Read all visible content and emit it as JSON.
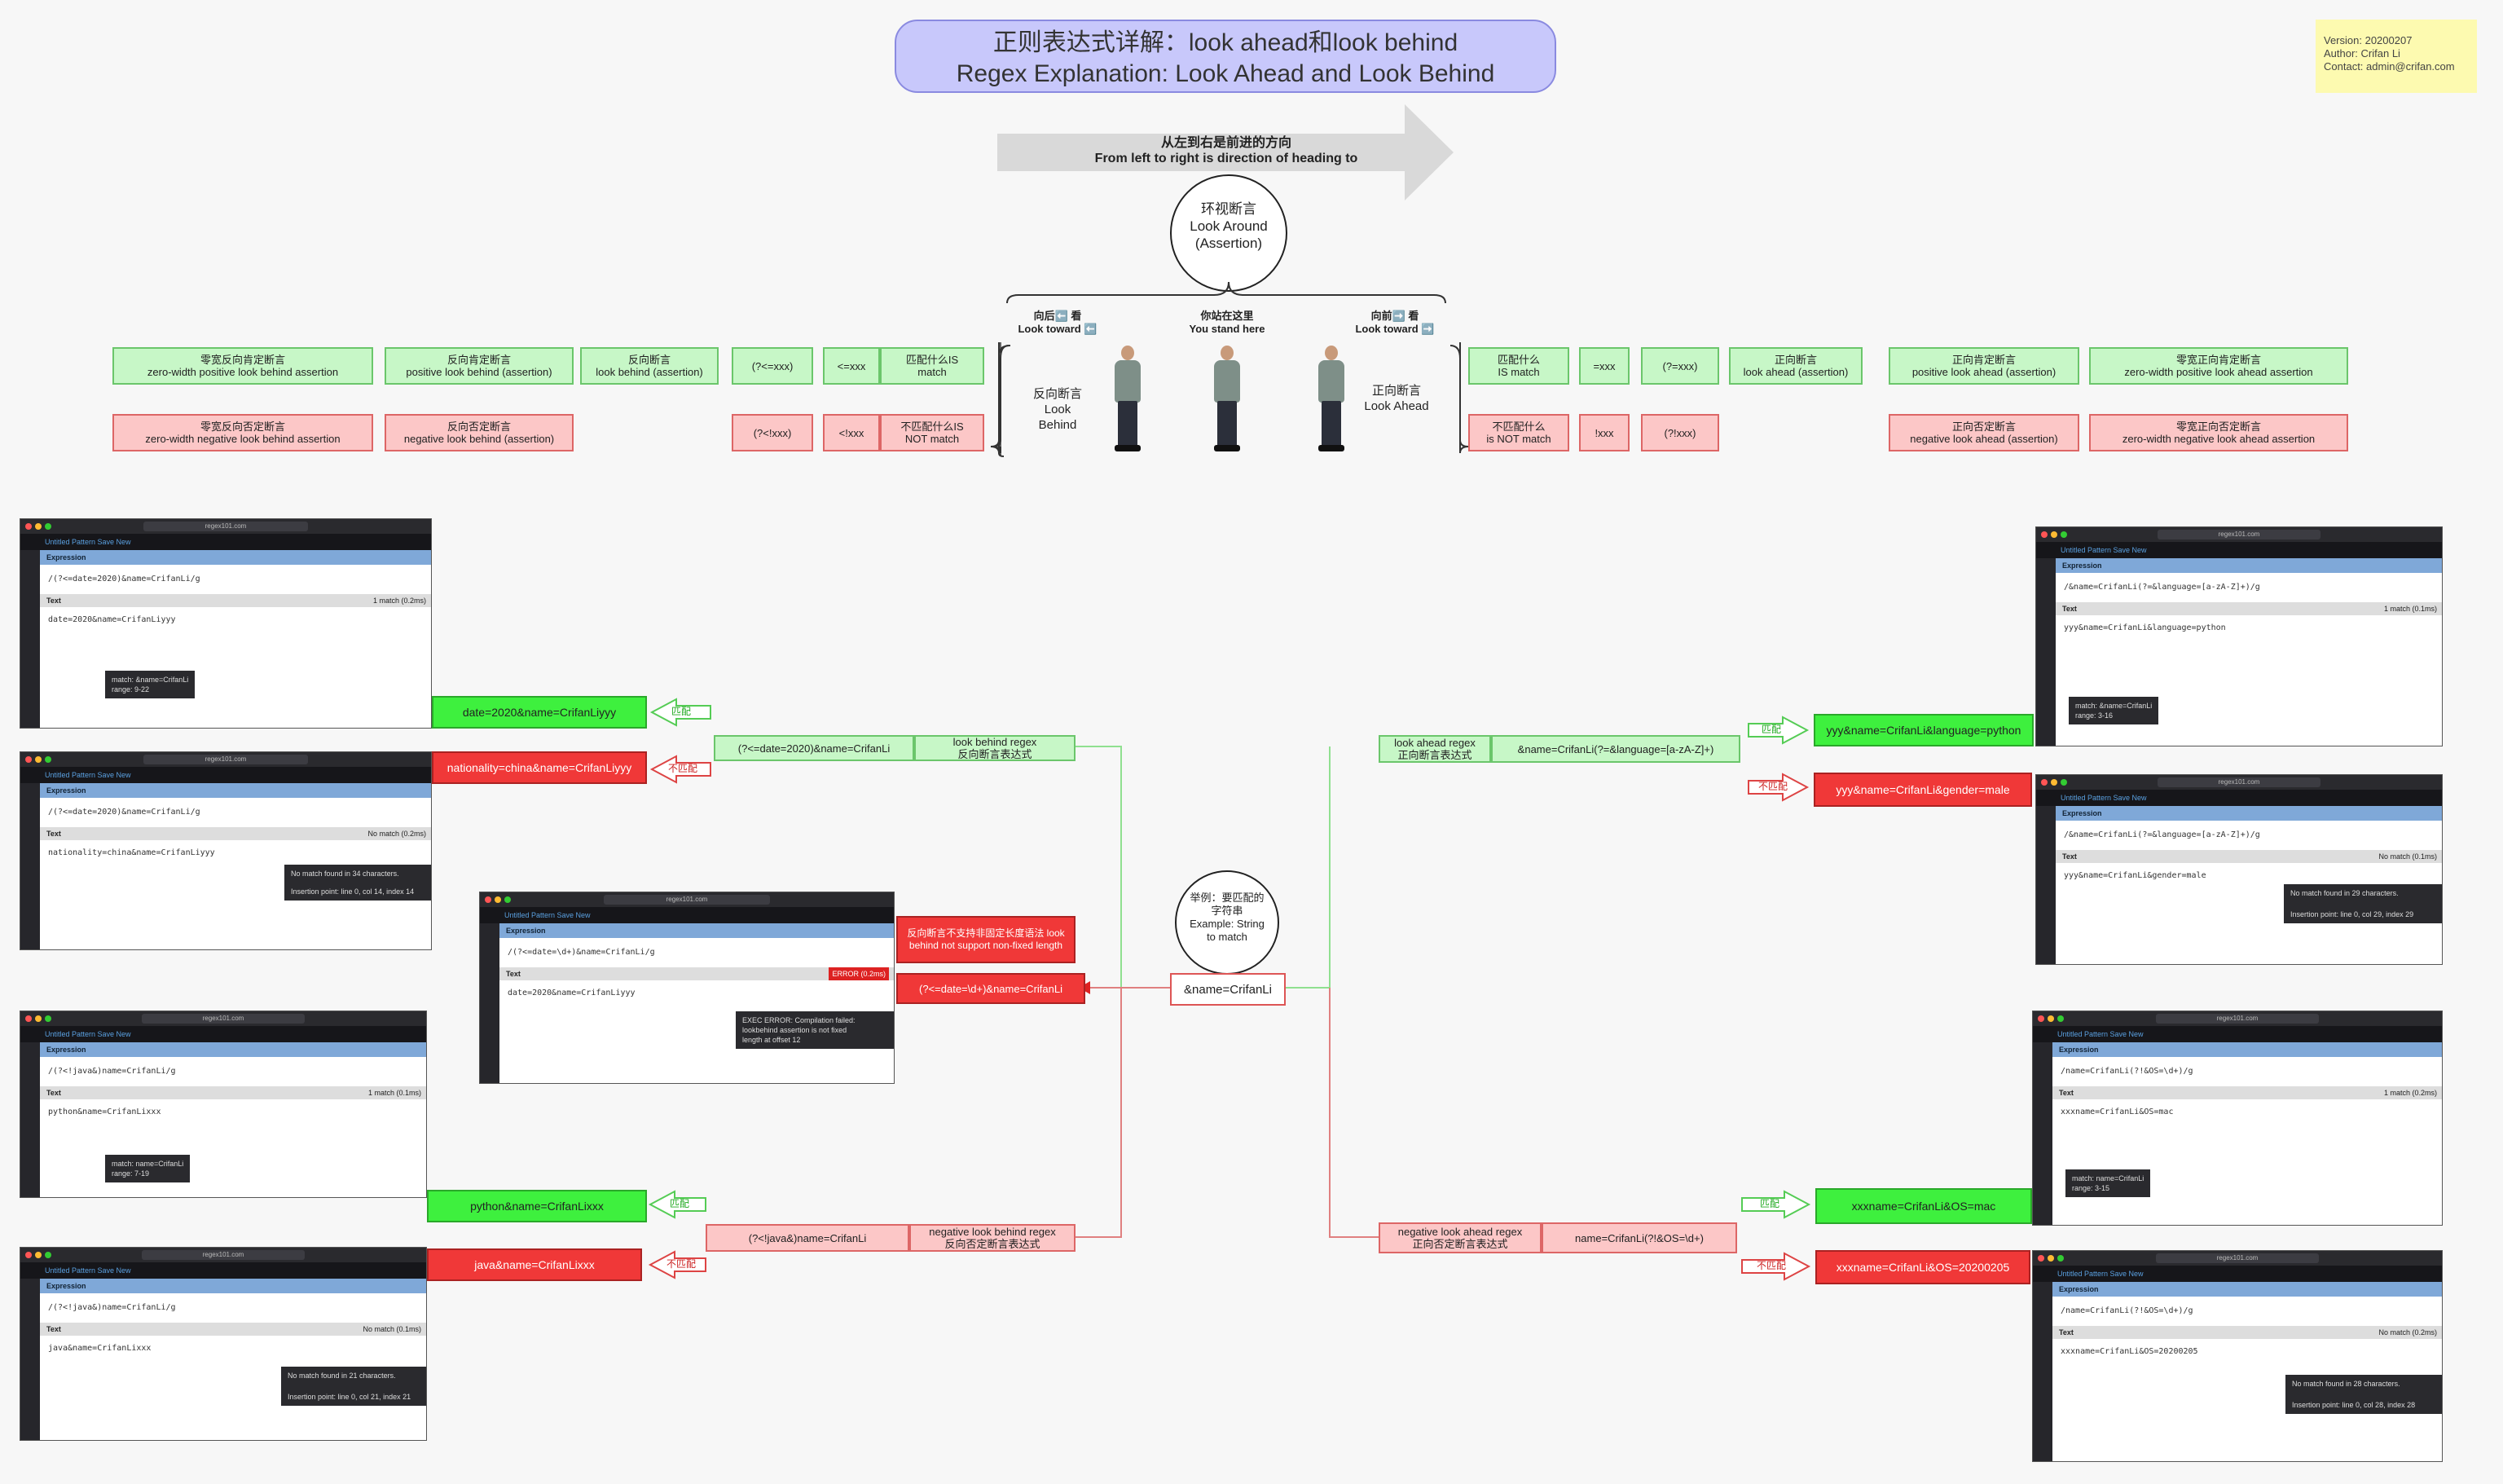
{
  "title": {
    "line1": "正则表达式详解：look ahead和look behind",
    "line2": "Regex Explanation: Look Ahead and Look Behind"
  },
  "version": {
    "version": "Version: 20200207",
    "author": "Author: Crifan Li",
    "contact": "Contact: admin@crifan.com"
  },
  "direction": {
    "zh": "从左到右是前进的方向",
    "en": "From left to right is direction of heading to"
  },
  "lookaround": {
    "zh": "环视断言",
    "en": "Look Around",
    "sub": "(Assertion)"
  },
  "stand": {
    "back_zh": "向后⬅️ 看",
    "back_en": "Look toward ⬅️",
    "here_zh": "你站在这里",
    "here_en": "You stand here",
    "fwd_zh": "向前➡️ 看",
    "fwd_en": "Look toward ➡️"
  },
  "behind_label": {
    "zh": "反向断言",
    "en1": "Look",
    "en2": "Behind"
  },
  "ahead_label": {
    "zh": "正向断言",
    "en": "Look Ahead"
  },
  "behind_boxes": {
    "zw_pos": {
      "zh": "零宽反向肯定断言",
      "en": "zero-width positive look behind assertion"
    },
    "pos": {
      "zh": "反向肯定断言",
      "en": "positive look behind (assertion)"
    },
    "lb": {
      "zh": "反向断言",
      "en": "look behind (assertion)"
    },
    "pos_syntax": "(?<=xxx)",
    "pos_short": "<=xxx",
    "is_match": {
      "zh": "匹配什么IS",
      "en": "match"
    },
    "zw_neg": {
      "zh": "零宽反向否定断言",
      "en": "zero-width negative look behind assertion"
    },
    "neg": {
      "zh": "反向否定断言",
      "en": "negative look behind (assertion)"
    },
    "neg_syntax": "(?<!xxx)",
    "neg_short": "<!xxx",
    "not_match": {
      "zh": "不匹配什么IS",
      "en": "NOT match"
    }
  },
  "ahead_boxes": {
    "is_match": {
      "zh": "匹配什么",
      "en": "IS match"
    },
    "pos_short": "=xxx",
    "pos_syntax": "(?=xxx)",
    "la": {
      "zh": "正向断言",
      "en": "look ahead (assertion)"
    },
    "pos": {
      "zh": "正向肯定断言",
      "en": "positive look ahead (assertion)"
    },
    "zw_pos": {
      "zh": "零宽正向肯定断言",
      "en": "zero-width positive look ahead assertion"
    },
    "not_match": {
      "zh": "不匹配什么",
      "en": "is NOT match"
    },
    "neg_short": "!xxx",
    "neg_syntax": "(?!xxx)",
    "neg": {
      "zh": "正向否定断言",
      "en": "negative look ahead (assertion)"
    },
    "zw_neg": {
      "zh": "零宽正向否定断言",
      "en": "zero-width negative look ahead assertion"
    }
  },
  "example": {
    "zh1": "举例：要匹配的",
    "zh2": "字符串",
    "en1": "Example: String",
    "en2": "to match",
    "string": "&name=CrifanLi"
  },
  "labels": {
    "match": "匹配",
    "nomatch": "不匹配"
  },
  "left": {
    "lb_regex_title": {
      "en": "look behind regex",
      "zh": "反向断言表达式"
    },
    "lb_regex": "(?<=date=2020)&name=CrifanLi",
    "lb_match": "date=2020&name=CrifanLiyyy",
    "lb_nomatch": "nationality=china&name=CrifanLiyyy",
    "err_note": "反向断言不支持非固定长度语法 look behind not support non-fixed length",
    "err_regex": "(?<=date=\\d+)&name=CrifanLi",
    "nlb_regex_title": {
      "en": "negative look behind regex",
      "zh": "反向否定断言表达式"
    },
    "nlb_regex": "(?<!java&)name=CrifanLi",
    "nlb_match": "python&name=CrifanLixxx",
    "nlb_nomatch": "java&name=CrifanLixxx"
  },
  "right": {
    "la_regex_title": {
      "en": "look ahead regex",
      "zh": "正向断言表达式"
    },
    "la_regex": "&name=CrifanLi(?=&language=[a-zA-Z]+)",
    "la_match": "yyy&name=CrifanLi&language=python",
    "la_nomatch": "yyy&name=CrifanLi&gender=male",
    "nla_regex_title": {
      "en": "negative look ahead regex",
      "zh": "正向否定断言表达式"
    },
    "nla_regex": "name=CrifanLi(?!&OS=\\d+)",
    "nla_match": "xxxname=CrifanLi&OS=mac",
    "nla_nomatch": "xxxname=CrifanLi&OS=20200205"
  },
  "shots": {
    "url": "regex101.com",
    "nav": "Untitled Pattern   Save   New",
    "expression": "Expression",
    "text": "Text",
    "s1": {
      "exp": "/(?<=date=2020)&name=CrifanLi/g",
      "status": "1 match (0.2ms)",
      "txt": "date=2020&name=CrifanLiyyy",
      "tip1": "match: &name=CrifanLi",
      "tip2": "range: 9-22"
    },
    "s2": {
      "exp": "/(?<=date=2020)&name=CrifanLi/g",
      "status": "No match (0.2ms)",
      "txt": "nationality=china&name=CrifanLiyyy",
      "tip1": "No match found in 34 characters.",
      "tip2": "Insertion point: line 0, col 14, index 14"
    },
    "s3": {
      "exp": "/(?<!java&)name=CrifanLi/g",
      "status": "1 match (0.1ms)",
      "txt": "python&name=CrifanLixxx",
      "tip1": "match: name=CrifanLi",
      "tip2": "range: 7-19"
    },
    "s4": {
      "exp": "/(?<!java&)name=CrifanLi/g",
      "status": "No match (0.1ms)",
      "txt": "java&name=CrifanLixxx",
      "tip1": "No match found in 21 characters.",
      "tip2": "Insertion point: line 0, col 21, index 21"
    },
    "s5": {
      "exp": "/(?<=date=\\d+)&name=CrifanLi/g",
      "status": "ERROR (0.2ms)",
      "txt": "date=2020&name=CrifanLiyyy",
      "tip1": "EXEC ERROR: Compilation failed: lookbehind assertion is not fixed",
      "tip2": "length at offset 12"
    },
    "s6": {
      "exp": "/&name=CrifanLi(?=&language=[a-zA-Z]+)/g",
      "status": "1 match (0.1ms)",
      "txt": "yyy&name=CrifanLi&language=python",
      "tip1": "match: &name=CrifanLi",
      "tip2": "range: 3-16"
    },
    "s7": {
      "exp": "/&name=CrifanLi(?=&language=[a-zA-Z]+)/g",
      "status": "No match (0.1ms)",
      "txt": "yyy&name=CrifanLi&gender=male",
      "tip1": "No match found in 29 characters.",
      "tip2": "Insertion point: line 0, col 29, index 29"
    },
    "s8": {
      "exp": "/name=CrifanLi(?!&OS=\\d+)/g",
      "status": "1 match (0.2ms)",
      "txt": "xxxname=CrifanLi&OS=mac",
      "tip1": "match: name=CrifanLi",
      "tip2": "range: 3-15"
    },
    "s9": {
      "exp": "/name=CrifanLi(?!&OS=\\d+)/g",
      "status": "No match (0.2ms)",
      "txt": "xxxname=CrifanLi&OS=20200205",
      "tip1": "No match found in 28 characters.",
      "tip2": "Insertion point: line 0, col 28, index 28"
    }
  }
}
